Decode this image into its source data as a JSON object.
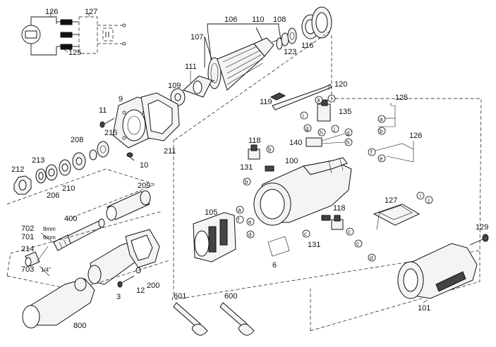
{
  "part_numbers": {
    "p126": "126",
    "p127": "127",
    "p125": "125",
    "p106": "106",
    "p107": "107",
    "p110": "110",
    "p108": "108",
    "p116": "116",
    "p123": "123",
    "p111": "111",
    "p109": "109",
    "p120": "120",
    "p119": "119",
    "p135": "135",
    "p9": "9",
    "p11": "11",
    "p215": "215",
    "p208": "208",
    "p211": "211",
    "p10": "10",
    "p213": "213",
    "p212": "212",
    "p206": "206",
    "p210": "210",
    "p118a": "118",
    "p118b": "118",
    "p131a": "131",
    "p131b": "131",
    "p140": "140",
    "p100": "100",
    "p209": "209",
    "p400": "400",
    "p702": "702",
    "p701": "701",
    "p214": "214",
    "p703": "703",
    "p105": "105",
    "p6": "6",
    "p800": "800",
    "p3": "3",
    "p12": "12",
    "p200": "200",
    "p601": "601",
    "p600": "600",
    "p101": "101",
    "p129": "129"
  },
  "sizes": {
    "s8mm": "8mm",
    "s6mm": "6mm",
    "s14in": "1/4\""
  },
  "wire_letters": {
    "l_a1": "a",
    "l_b1": "b",
    "l_e1": "e",
    "l_f1": "f",
    "l_d1": "d",
    "l_k": "k",
    "l_l": "l",
    "l_i1": "i",
    "l_g1": "g",
    "l_h1": "h",
    "l_j1": "j",
    "l_g2": "g",
    "l_h2": "h",
    "l_b2": "b",
    "l_c1": "c",
    "l_a2": "a",
    "l_b3": "b",
    "l_f2": "f",
    "l_e2": "e",
    "l_i2": "i",
    "l_j2": "j",
    "l_c2": "c",
    "l_d2": "d",
    "l_c3": "c"
  }
}
